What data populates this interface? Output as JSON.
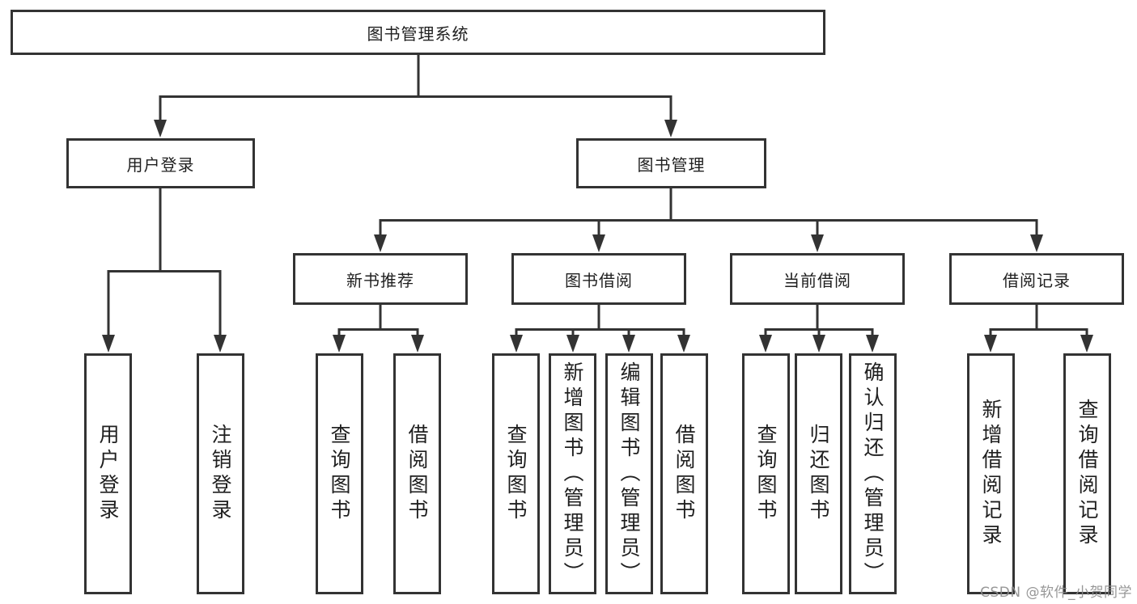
{
  "diagram": {
    "root": {
      "label": "图书管理系统"
    },
    "branches": [
      {
        "label": "用户登录",
        "children": [
          "用户登录",
          "注销登录"
        ]
      },
      {
        "label": "图书管理",
        "children": [
          {
            "label": "新书推荐",
            "children": [
              "查询图书",
              "借阅图书"
            ]
          },
          {
            "label": "图书借阅",
            "children": [
              "查询图书",
              "新增图书（管理员）",
              "编辑图书（管理员）",
              "借阅图书"
            ]
          },
          {
            "label": "当前借阅",
            "children": [
              "查询图书",
              "归还图书",
              "确认归还（管理员）"
            ]
          },
          {
            "label": "借阅记录",
            "children": [
              "新增借阅记录",
              "查询借阅记录"
            ]
          }
        ]
      }
    ]
  },
  "watermark": {
    "text": "CSDN @软件_小贺同学"
  },
  "colors": {
    "line": "#333333",
    "box_border": "#333333",
    "box_fill": "#ffffff",
    "text": "#1f1f1f",
    "watermark": "#8c8c8c",
    "background": "#ffffff"
  }
}
